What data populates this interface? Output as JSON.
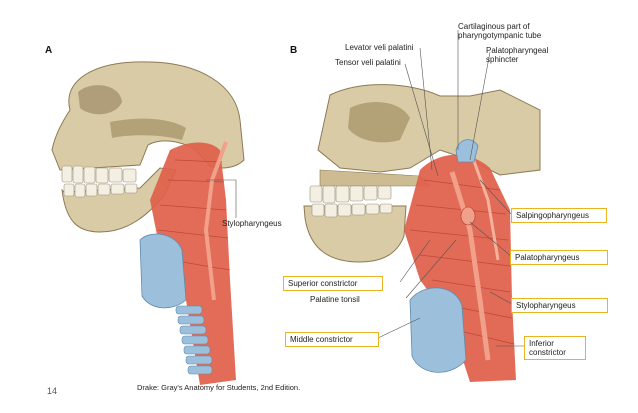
{
  "panels": {
    "a": "A",
    "b": "B"
  },
  "labels": {
    "cartilaginous": [
      "Cartilaginous part of",
      "pharyngotympanic tube"
    ],
    "palatopharyngeal_sphincter": [
      "Palatopharyngeal",
      "sphincter"
    ],
    "levator_veli_palatini": "Levator veli palatini",
    "tensor_veli_palatini": "Tensor veli palatini",
    "stylopharyngeus_a": "Stylopharyngeus",
    "palatine_tonsil": "Palatine tonsil"
  },
  "boxed_labels": {
    "salpingopharyngeus": "Salpingopharyngeus",
    "palatopharyngeus": "Palatopharyngeus",
    "superior_constrictor": "Superior constrictor",
    "stylopharyngeus_b": "Stylopharyngeus",
    "middle_constrictor": "Middle constrictor",
    "inferior_constrictor": [
      "Inferior",
      "constrictor"
    ]
  },
  "caption": "Drake: Gray's Anatomy for Students, 2nd Edition.",
  "page_number": "14",
  "colors": {
    "bone": "#d9cba5",
    "bone_shade": "#b3a178",
    "muscle": "#e0604a",
    "muscle_light": "#ee8d72",
    "cartilage": "#9cc0dc",
    "teeth": "#f3efe2",
    "box_border": "#e8b423"
  }
}
